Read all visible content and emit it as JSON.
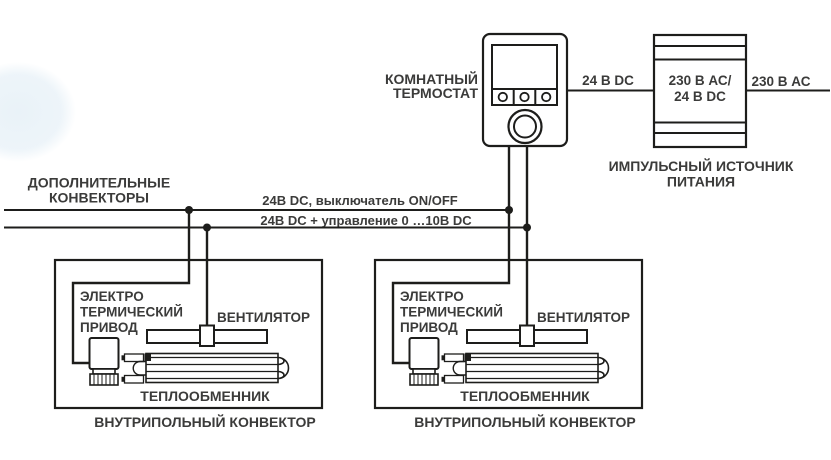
{
  "colors": {
    "line": "#1d1d1b",
    "text": "#3b3b3a",
    "background": "#ffffff",
    "watermark": "#e9f2f8"
  },
  "thermostat": {
    "label_line1": "КОМНАТНЫЙ",
    "label_line2": "ТЕРМОСТАТ"
  },
  "power_supply": {
    "input_label": "24 В DC",
    "rating_line1": "230 В АС/",
    "rating_line2": "24 В DC",
    "output_label": "230 В АС",
    "caption_line1": "ИМПУЛЬСНЫЙ ИСТОЧНИК",
    "caption_line2": "ПИТАНИЯ"
  },
  "bus": {
    "extra_label_line1": "ДОПОЛНИТЕЛЬНЫЕ",
    "extra_label_line2": "КОНВЕКТОРЫ",
    "wire1_label": "24В DC, выключатель ON/OFF",
    "wire2_label": "24В DC + управление 0 …10В DC"
  },
  "convector": {
    "actuator_line1": "ЭЛЕКТРО",
    "actuator_line2": "ТЕРМИЧЕСКИЙ",
    "actuator_line3": "ПРИВОД",
    "fan_label": "ВЕНТИЛЯТОР",
    "heat_exchanger_label": "ТЕПЛООБМЕННИК",
    "caption": "ВНУТРИПОЛЬНЫЙ КОНВЕКТОР"
  }
}
